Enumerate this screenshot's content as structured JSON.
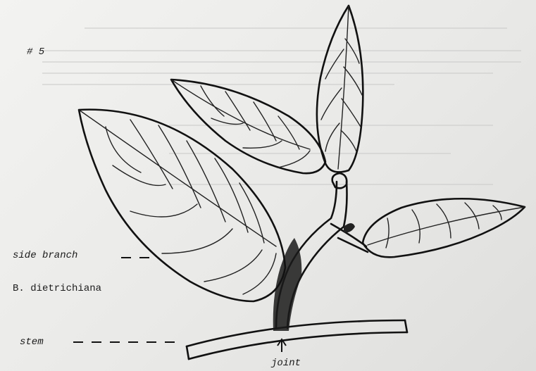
{
  "figure": {
    "number": "# 5"
  },
  "labels": {
    "side_branch": "side branch",
    "species": "B. dietrichiana",
    "stem": "stem",
    "joint": "joint"
  },
  "colors": {
    "paper": "#eeeeee",
    "ink": "#111111"
  }
}
